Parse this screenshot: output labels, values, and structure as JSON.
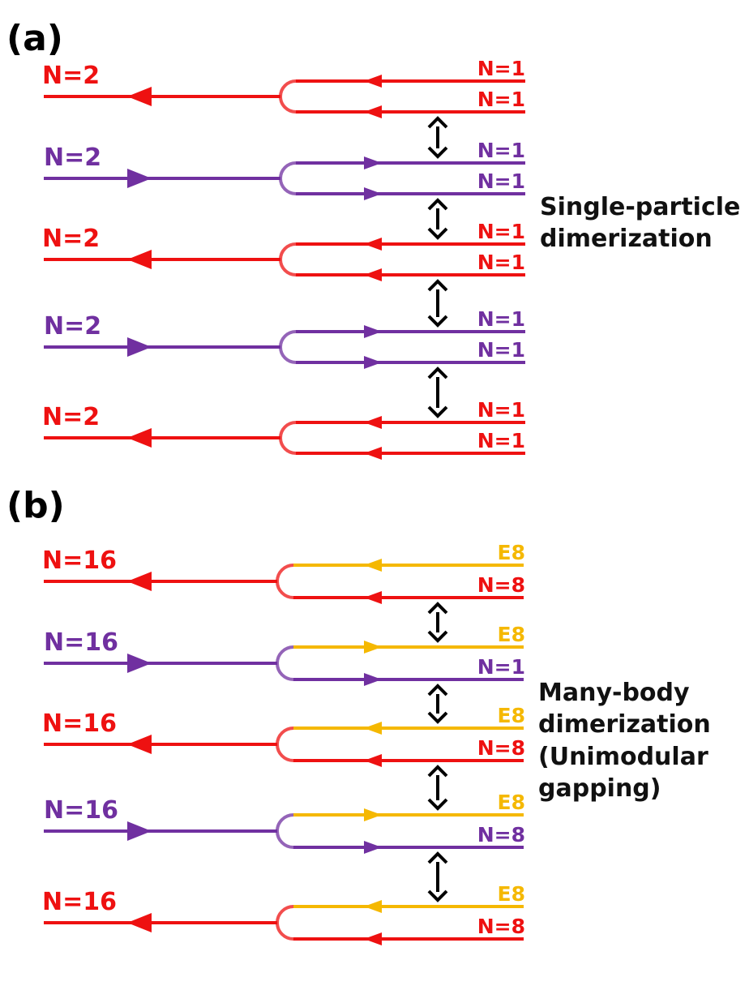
{
  "colors": {
    "red": "#EE1111",
    "purple": "#7030A0",
    "yellow": "#F5B800",
    "black": "#000000"
  },
  "panel_a": {
    "label": "(a)",
    "description_lines": [
      "Single-particle",
      "dimerization"
    ],
    "rows": [
      {
        "color": "red",
        "direction": "left",
        "left_label": "N=2",
        "top_label": "N=1",
        "bottom_label": "N=1",
        "top_color": "red",
        "bottom_color": "red"
      },
      {
        "color": "purple",
        "direction": "right",
        "left_label": "N=2",
        "top_label": "N=1",
        "bottom_label": "N=1",
        "top_color": "purple",
        "bottom_color": "purple"
      },
      {
        "color": "red",
        "direction": "left",
        "left_label": "N=2",
        "top_label": "N=1",
        "bottom_label": "N=1",
        "top_color": "red",
        "bottom_color": "red"
      },
      {
        "color": "purple",
        "direction": "right",
        "left_label": "N=2",
        "top_label": "N=1",
        "bottom_label": "N=1",
        "top_color": "purple",
        "bottom_color": "purple"
      },
      {
        "color": "red",
        "direction": "left",
        "left_label": "N=2",
        "top_label": "N=1",
        "bottom_label": "N=1",
        "top_color": "red",
        "bottom_color": "red"
      }
    ]
  },
  "panel_b": {
    "label": "(b)",
    "description_lines": [
      "Many-body",
      "dimerization",
      "(Unimodular",
      "gapping)"
    ],
    "rows": [
      {
        "color": "red",
        "direction": "left",
        "left_label": "N=16",
        "top_label": "E8",
        "bottom_label": "N=8",
        "top_color": "yellow",
        "bottom_color": "red"
      },
      {
        "color": "purple",
        "direction": "right",
        "left_label": "N=16",
        "top_label": "E8",
        "bottom_label": "N=1",
        "top_color": "yellow",
        "bottom_color": "purple"
      },
      {
        "color": "red",
        "direction": "left",
        "left_label": "N=16",
        "top_label": "E8",
        "bottom_label": "N=8",
        "top_color": "yellow",
        "bottom_color": "red"
      },
      {
        "color": "purple",
        "direction": "right",
        "left_label": "N=16",
        "top_label": "E8",
        "bottom_label": "N=8",
        "top_color": "yellow",
        "bottom_color": "purple"
      },
      {
        "color": "red",
        "direction": "left",
        "left_label": "N=16",
        "top_label": "E8",
        "bottom_label": "N=8",
        "top_color": "yellow",
        "bottom_color": "red"
      }
    ]
  }
}
